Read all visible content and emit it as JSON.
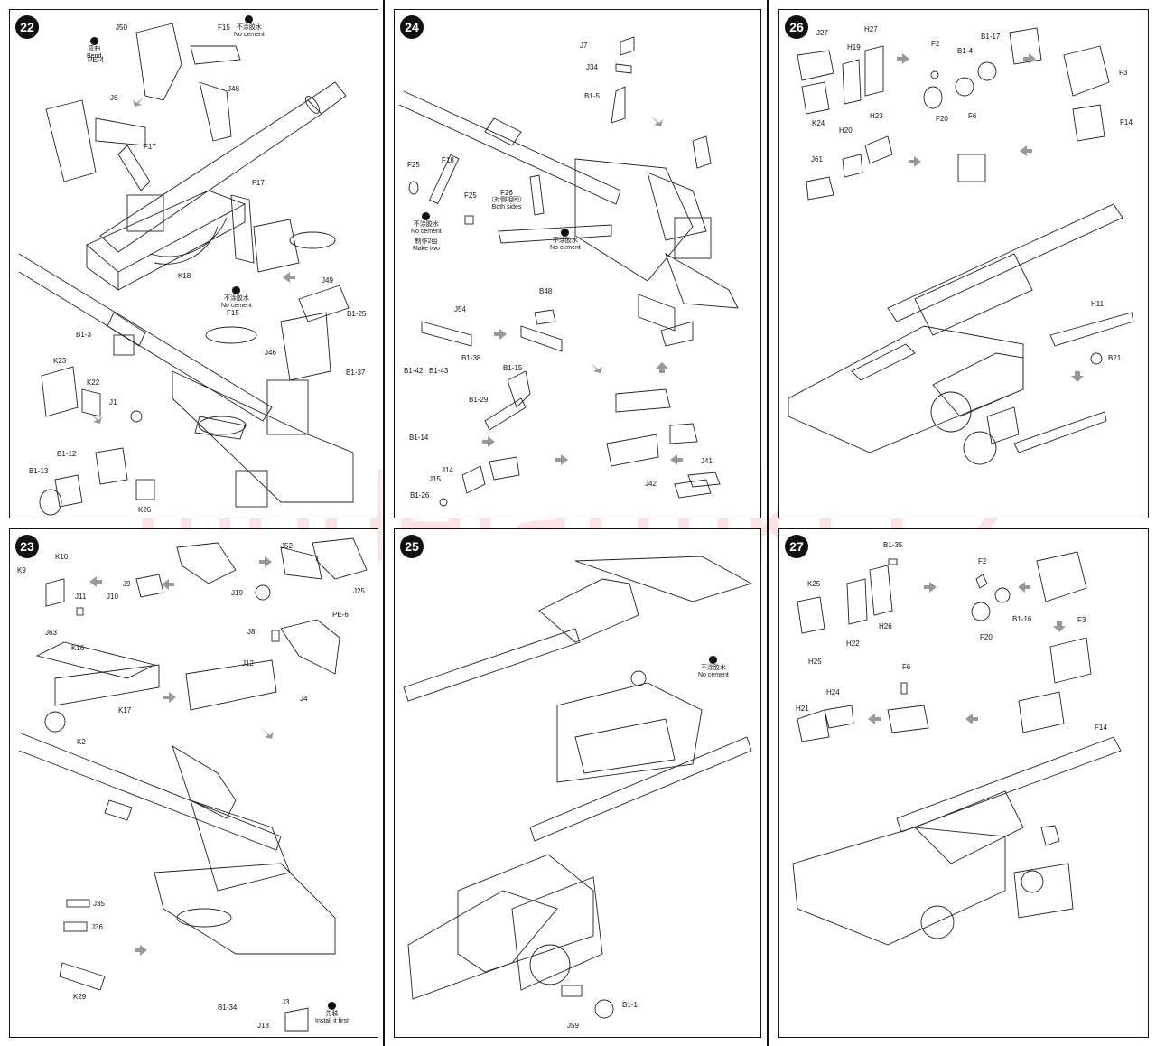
{
  "watermark": "modelarttikl.cz",
  "notes": {
    "no_cement_cn": "不涂胶水",
    "no_cement_en": "No cement",
    "bend_cn": "弯曲",
    "bend_en": "Bend",
    "make_two_cn": "制作2组",
    "make_two_en": "Make two",
    "both_sides_cn": "（对侧相同）",
    "both_sides_en": "Both sides",
    "install_first_cn": "先装",
    "install_first_en": "Install it first"
  },
  "panels": {
    "p22": {
      "step": "22",
      "labels": [
        "J50",
        "F15",
        "PE-4",
        "J6",
        "J48",
        "F17",
        "F17",
        "K18",
        "J49",
        "F15",
        "B1-25",
        "J46",
        "B1-37",
        "B1-3",
        "K23",
        "K22",
        "J1",
        "B1-12",
        "B1-13",
        "K26"
      ]
    },
    "p24": {
      "step": "24",
      "labels": [
        "J7",
        "J34",
        "B1-5",
        "F18",
        "F25",
        "F25",
        "F26",
        "B48",
        "J54",
        "B1-42",
        "B1-43",
        "B1-38",
        "B1-15",
        "B1-29",
        "B1-14",
        "J14",
        "J15",
        "B1-26",
        "J41",
        "J42"
      ]
    },
    "p26": {
      "step": "26",
      "labels": [
        "J27",
        "H27",
        "H19",
        "F2",
        "B1-4",
        "B1-17",
        "F3",
        "K24",
        "F20",
        "H23",
        "H20",
        "F6",
        "J61",
        "F14",
        "H11",
        "B21"
      ]
    },
    "p23": {
      "step": "23",
      "labels": [
        "K10",
        "K9",
        "J9",
        "J10",
        "J11",
        "J63",
        "J52",
        "J25",
        "J19",
        "PE-6",
        "J8",
        "J12",
        "J4",
        "K16",
        "K17",
        "K2",
        "J35",
        "J36",
        "K29",
        "B1-34",
        "J3",
        "J18"
      ]
    },
    "p25": {
      "step": "25",
      "labels": [
        "B1-1",
        "J59"
      ]
    },
    "p27": {
      "step": "27",
      "labels": [
        "B1-35",
        "F2",
        "K25",
        "H22",
        "H26",
        "H25",
        "B1-16",
        "F3",
        "F20",
        "F6",
        "H21",
        "H24",
        "F14"
      ]
    }
  }
}
